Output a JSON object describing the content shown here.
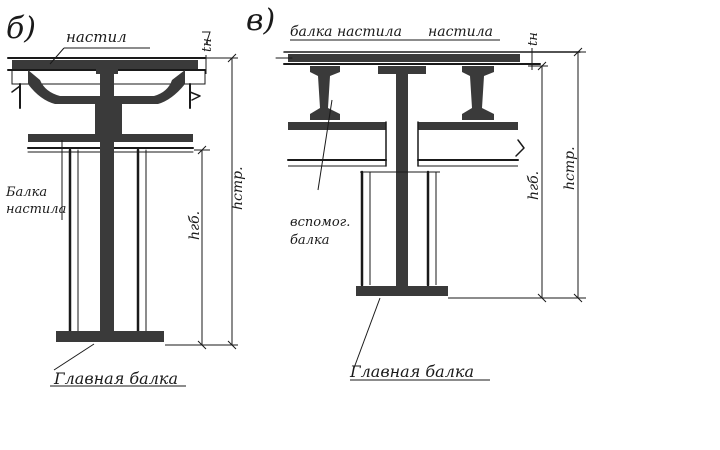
{
  "panels": [
    {
      "letter": "б)",
      "deck_label": "настил",
      "deck_beam_label": "Балка настила",
      "main_beam_label": "Главная балка",
      "dim_top": "tн",
      "dim_beam_height": "hгб.",
      "dim_total_height": "hстр."
    },
    {
      "letter": "в)",
      "deck_beam_label": "балка настила",
      "deck_label": "настила",
      "aux_beam_label": "вспомог. балка",
      "main_beam_label": "Главная балка",
      "dim_top": "tн",
      "dim_beam_height": "hгб.",
      "dim_total_height": "hстр."
    }
  ],
  "colors": {
    "ink": "#1a1a1a",
    "paper": "#ffffff"
  }
}
